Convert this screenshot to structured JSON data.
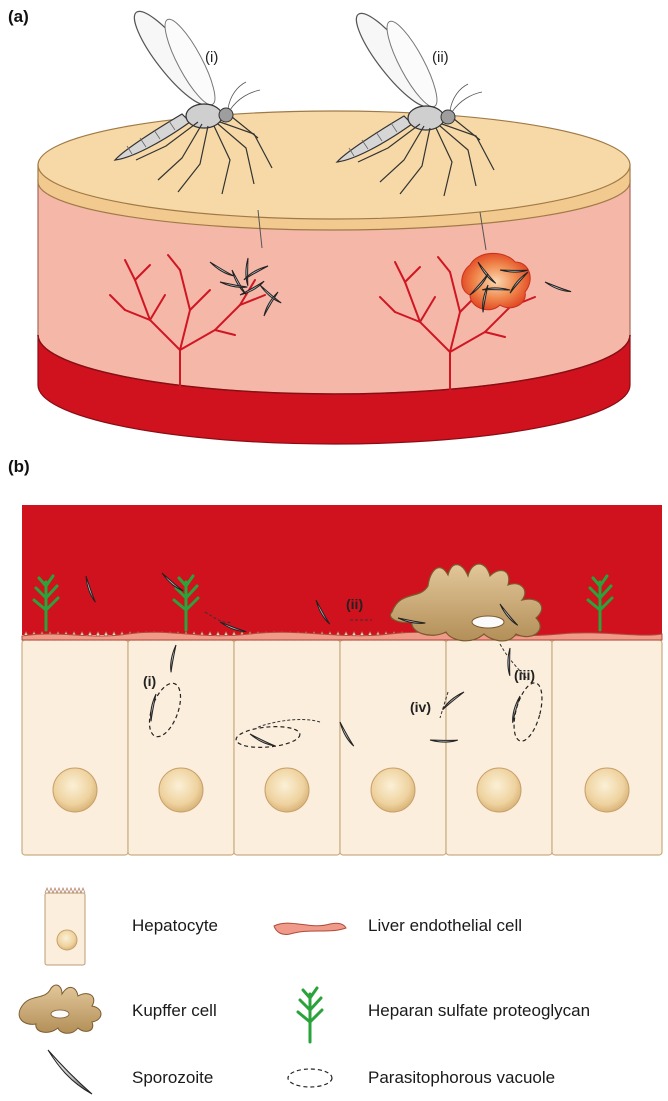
{
  "panels": {
    "a": {
      "label": "(a)",
      "mosquito_labels": [
        "(i)",
        "(ii)"
      ]
    },
    "b": {
      "label": "(b)",
      "route_labels": [
        "(i)",
        "(ii)",
        "(iii)",
        "(iv)"
      ]
    }
  },
  "legend": {
    "hepatocyte": "Hepatocyte",
    "liver_endothelial_cell": "Liver endothelial cell",
    "kupffer_cell": "Kupffer cell",
    "heparan_sulfate_proteoglycan": "Heparan sulfate proteoglycan",
    "sporozoite": "Sporozoite",
    "parasitophorous_vacuole": "Parasitophorous vacuole"
  },
  "colors": {
    "skin_top": "#f6d9a6",
    "skin_side": "#f4b7a8",
    "blood": "#d0121f",
    "vessel": "#d01622",
    "hepatocyte": "#fbeedd",
    "nucleus": "#f2d9a8",
    "kupffer": "#c9a672",
    "hspg": "#2aa33a",
    "endothelium": "#f09a8a",
    "bite_inflammation": "#e8542e"
  }
}
